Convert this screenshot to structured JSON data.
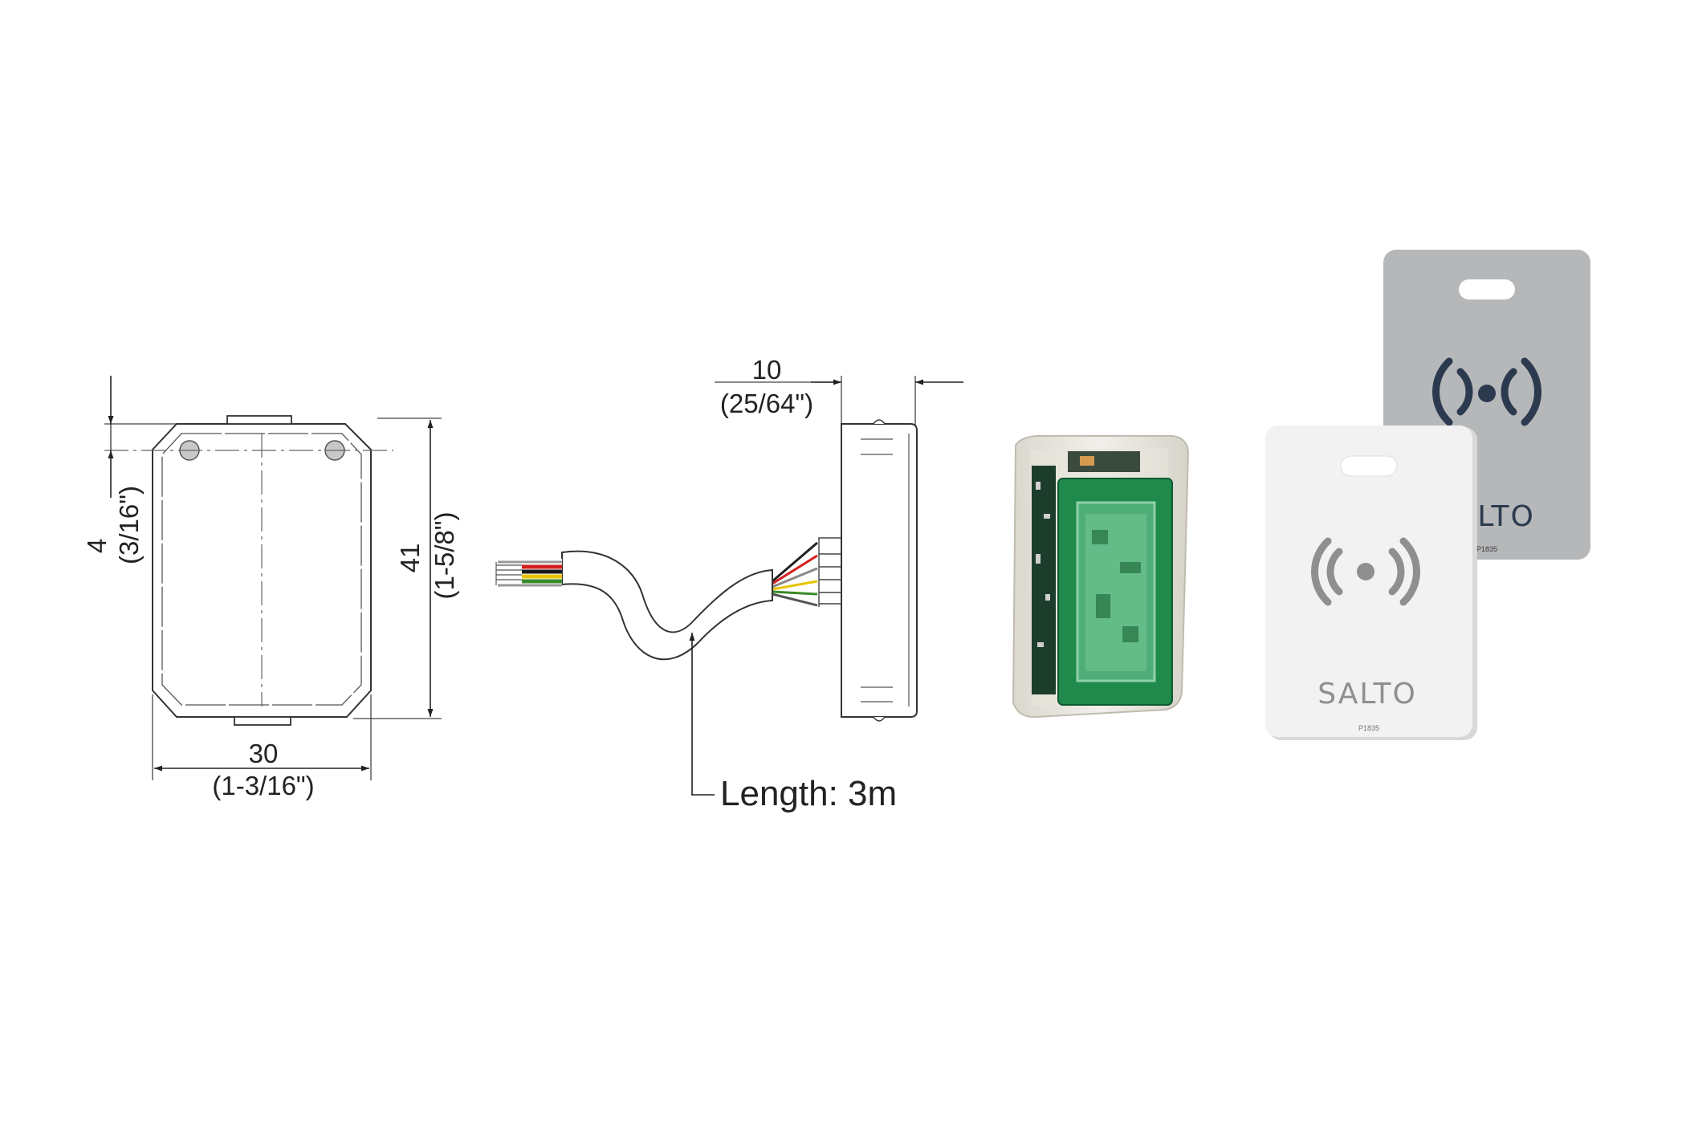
{
  "front_view": {
    "width_mm": "30",
    "width_in": "(1-3/16\")",
    "height_mm": "41",
    "height_in": "(1-5/8\")",
    "hole_offset_mm": "4",
    "hole_offset_in": "(3/16\")"
  },
  "side_view": {
    "thickness_mm": "10",
    "thickness_in": "(25/64\")",
    "cable_length_label": "Length: 3m",
    "wire_colors": [
      "#c8c8c8",
      "#d21e1e",
      "#1a1a1a",
      "#e8c400",
      "#3a8a2a",
      "#d8d8d8"
    ]
  },
  "product_photo": {
    "pcb_color": "#1f8a4c"
  },
  "cards": [
    {
      "brand": "SALTO",
      "model": "P1835",
      "color": "#f2f2f2",
      "icon_color": "#8f8f8f"
    },
    {
      "brand": "SALTO",
      "model": "P1835",
      "color": "#b5b7b9",
      "icon_color": "#2b3a4e"
    }
  ]
}
